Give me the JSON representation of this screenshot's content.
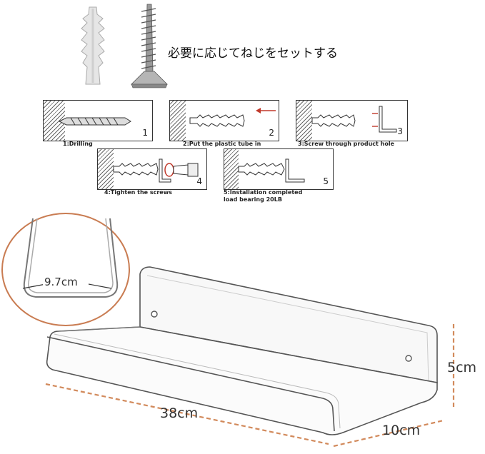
{
  "header": {
    "note": "必要に応じてねじをセットする"
  },
  "steps": [
    {
      "number": "1",
      "caption": "1:Drilling"
    },
    {
      "number": "2",
      "caption": "2:Put the plastic tube in"
    },
    {
      "number": "3",
      "caption": "3:Screw through product hole"
    },
    {
      "number": "4",
      "caption": "4:Tighten the screws"
    },
    {
      "number": "5",
      "caption": "5:Installation completed",
      "caption2": "load bearing 20LB"
    }
  ],
  "dimensions": {
    "inner_width": "9.7cm",
    "length": "38cm",
    "depth": "10cm",
    "height": "5cm"
  },
  "colors": {
    "dimension_line": "#d28a5c",
    "callout_border": "#c97c52",
    "arrow_red": "#c0392b"
  },
  "icons": [
    "wall-anchor-icon",
    "screw-icon",
    "drill-bit-icon",
    "shelf-icon"
  ]
}
